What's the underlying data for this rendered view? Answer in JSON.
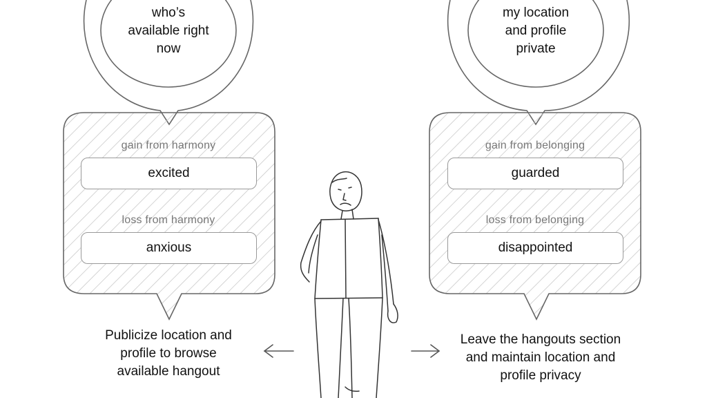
{
  "left_choice": {
    "bubble_lines": [
      "who’s",
      "available right",
      "now"
    ],
    "gain_label": "gain from harmony",
    "gain_value": "excited",
    "loss_label": "loss from harmony",
    "loss_value": "anxious",
    "action_lines": [
      "Publicize location and",
      "profile to browse",
      "available hangout"
    ]
  },
  "right_choice": {
    "bubble_lines": [
      "my location",
      "and profile",
      "private"
    ],
    "gain_label": "gain from belonging",
    "gain_value": "guarded",
    "loss_label": "loss from belonging",
    "loss_value": "disappointed",
    "action_lines": [
      "Leave the hangouts section",
      "and maintain location and",
      "profile privacy"
    ]
  },
  "colors": {
    "outline": "#666666",
    "hatch": "#c9c9c9",
    "text": "#111111",
    "label": "#777777"
  },
  "icons": [
    "left-arrow-icon",
    "right-arrow-icon",
    "person-sketch"
  ]
}
